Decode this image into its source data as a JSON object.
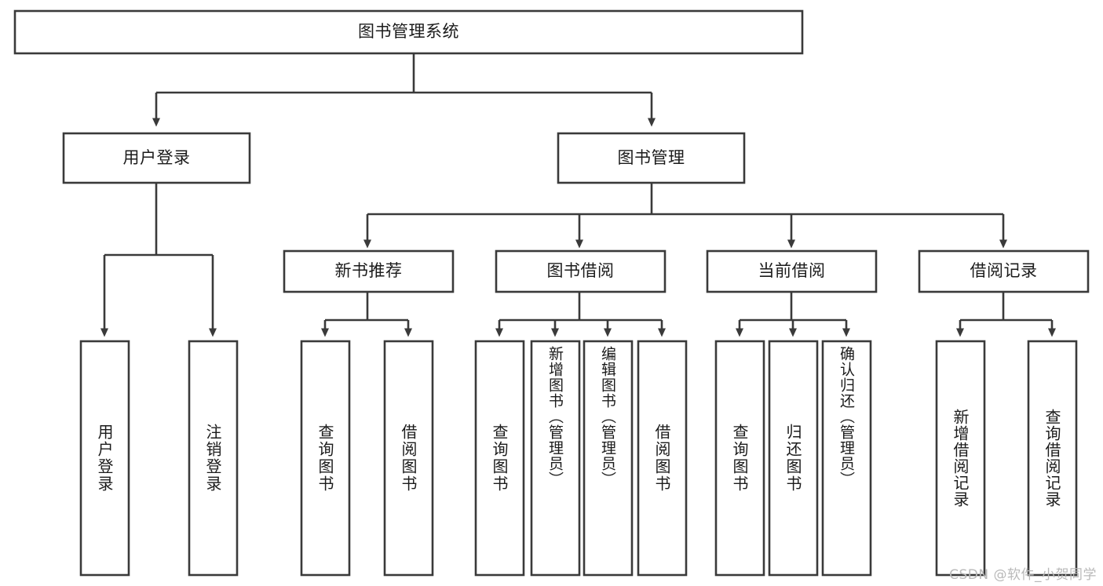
{
  "diagram": {
    "title": "图书管理系统",
    "type": "tree",
    "orientation": "top-down",
    "colors": {
      "stroke": "#3a3a3a",
      "box_fill": "#ffffff",
      "text": "#1b1b1b",
      "background": "#ffffff",
      "watermark": "#b9b9b9"
    },
    "root": {
      "label": "图书管理系统"
    },
    "level2": [
      {
        "label": "用户登录"
      },
      {
        "label": "图书管理"
      }
    ],
    "level3": [
      {
        "label": "新书推荐"
      },
      {
        "label": "图书借阅"
      },
      {
        "label": "当前借阅"
      },
      {
        "label": "借阅记录"
      }
    ],
    "leaves": {
      "user_login": [
        {
          "label": "用户登录"
        },
        {
          "label": "注销登录"
        }
      ],
      "new_book": [
        {
          "label": "查询图书"
        },
        {
          "label": "借阅图书"
        }
      ],
      "book_borrow": [
        {
          "label": "查询图书"
        },
        {
          "label": "新增图书（管理员）"
        },
        {
          "label": "编辑图书（管理员）"
        },
        {
          "label": "借阅图书"
        }
      ],
      "current_borrow": [
        {
          "label": "查询图书"
        },
        {
          "label": "归还图书"
        },
        {
          "label": "确认归还（管理员）"
        }
      ],
      "borrow_record": [
        {
          "label": "新增借阅记录"
        },
        {
          "label": "查询借阅记录"
        }
      ]
    }
  },
  "watermark": {
    "text": "CSDN @软件_小贺同学"
  }
}
